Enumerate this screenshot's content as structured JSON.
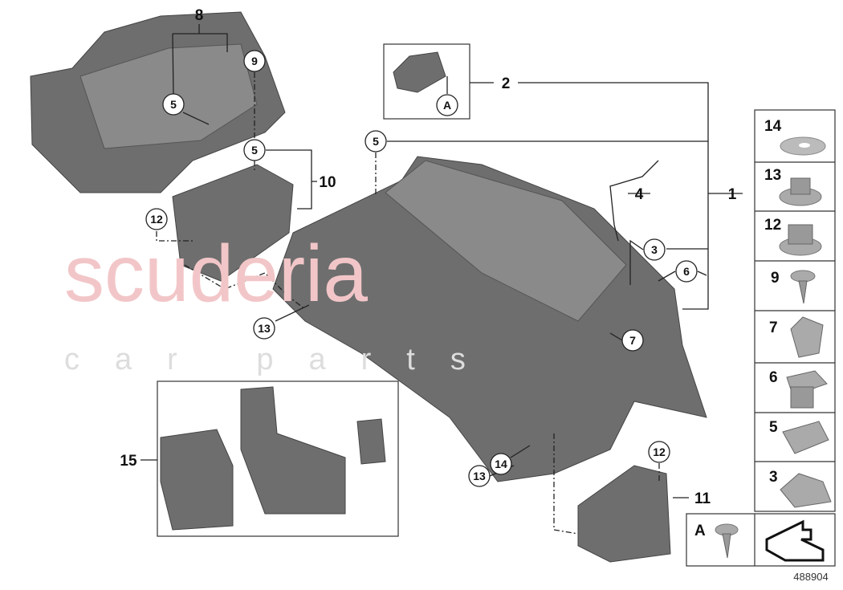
{
  "watermark": {
    "main": "scuderia",
    "sub": "car parts"
  },
  "diagram_ref": "488904",
  "callouts": {
    "c8": "8",
    "c9": "9",
    "c5a": "5",
    "c5b": "5",
    "c10": "10",
    "c12a": "12",
    "c13a": "13",
    "c2": "2",
    "cA": "A",
    "c5c": "5",
    "c4": "4",
    "c1": "1",
    "c3": "3",
    "c6": "6",
    "c7": "7",
    "c15": "15",
    "c14": "14",
    "c13b": "13",
    "c12b": "12",
    "c11": "11"
  },
  "legend_parts": [
    {
      "num": "14",
      "icon": "washer-icon"
    },
    {
      "num": "13",
      "icon": "flange-nut-icon"
    },
    {
      "num": "12",
      "icon": "hex-flange-nut-icon"
    },
    {
      "num": "9",
      "icon": "screw-icon"
    },
    {
      "num": "7",
      "icon": "clip-icon"
    },
    {
      "num": "6",
      "icon": "square-nut-icon"
    },
    {
      "num": "5",
      "icon": "speed-nut-icon"
    },
    {
      "num": "3",
      "icon": "spring-clip-icon"
    }
  ],
  "legend_bottom": {
    "num": "A",
    "icon": "screw-icon",
    "arrow_icon": "direction-arrow-icon"
  },
  "colors": {
    "part": "#6e6e6e",
    "watermark": "#f2c6c8"
  }
}
